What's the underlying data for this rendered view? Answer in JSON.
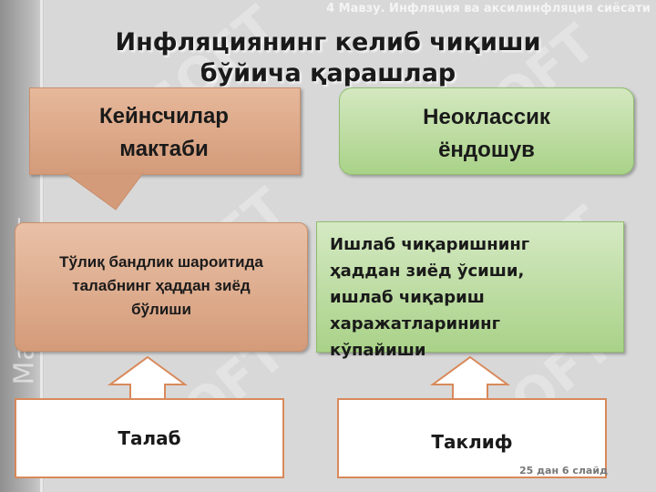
{
  "sidebar": {
    "text": "Маъсодият"
  },
  "header": {
    "text": "4 Мавзу. Инфляция ва аксилинфляция сиёсати"
  },
  "title": {
    "line1": "Инфляциянинг келиб чиқиши",
    "line2": "бўйича қарашлар"
  },
  "callouts": {
    "left": {
      "line1": "Кейнсчилар",
      "line2": "мактаби"
    },
    "right": {
      "line1": "Неоклассик",
      "line2": "ёндошув"
    }
  },
  "boxes": {
    "left": {
      "line1": "Тўлиқ бандлик шароитида",
      "line2": "талабнинг ҳаддан зиёд",
      "line3": "бўлиши"
    },
    "right": {
      "line1": "Ишлаб чиқаришнинг",
      "line2": "ҳаддан зиёд ўсиши,",
      "line3": "ишлаб чиқариш",
      "line4": "харажатларининг",
      "line5": "кўпайиши"
    }
  },
  "bottom": {
    "left": "Талаб",
    "right": "Таклиф"
  },
  "footer": {
    "slide": "25 дан 6 слайд"
  },
  "watermark": {
    "text": "SOFT"
  },
  "colors": {
    "peach": "#d9a07f",
    "green": "#a9d288",
    "arrow_border": "#d9895a"
  }
}
